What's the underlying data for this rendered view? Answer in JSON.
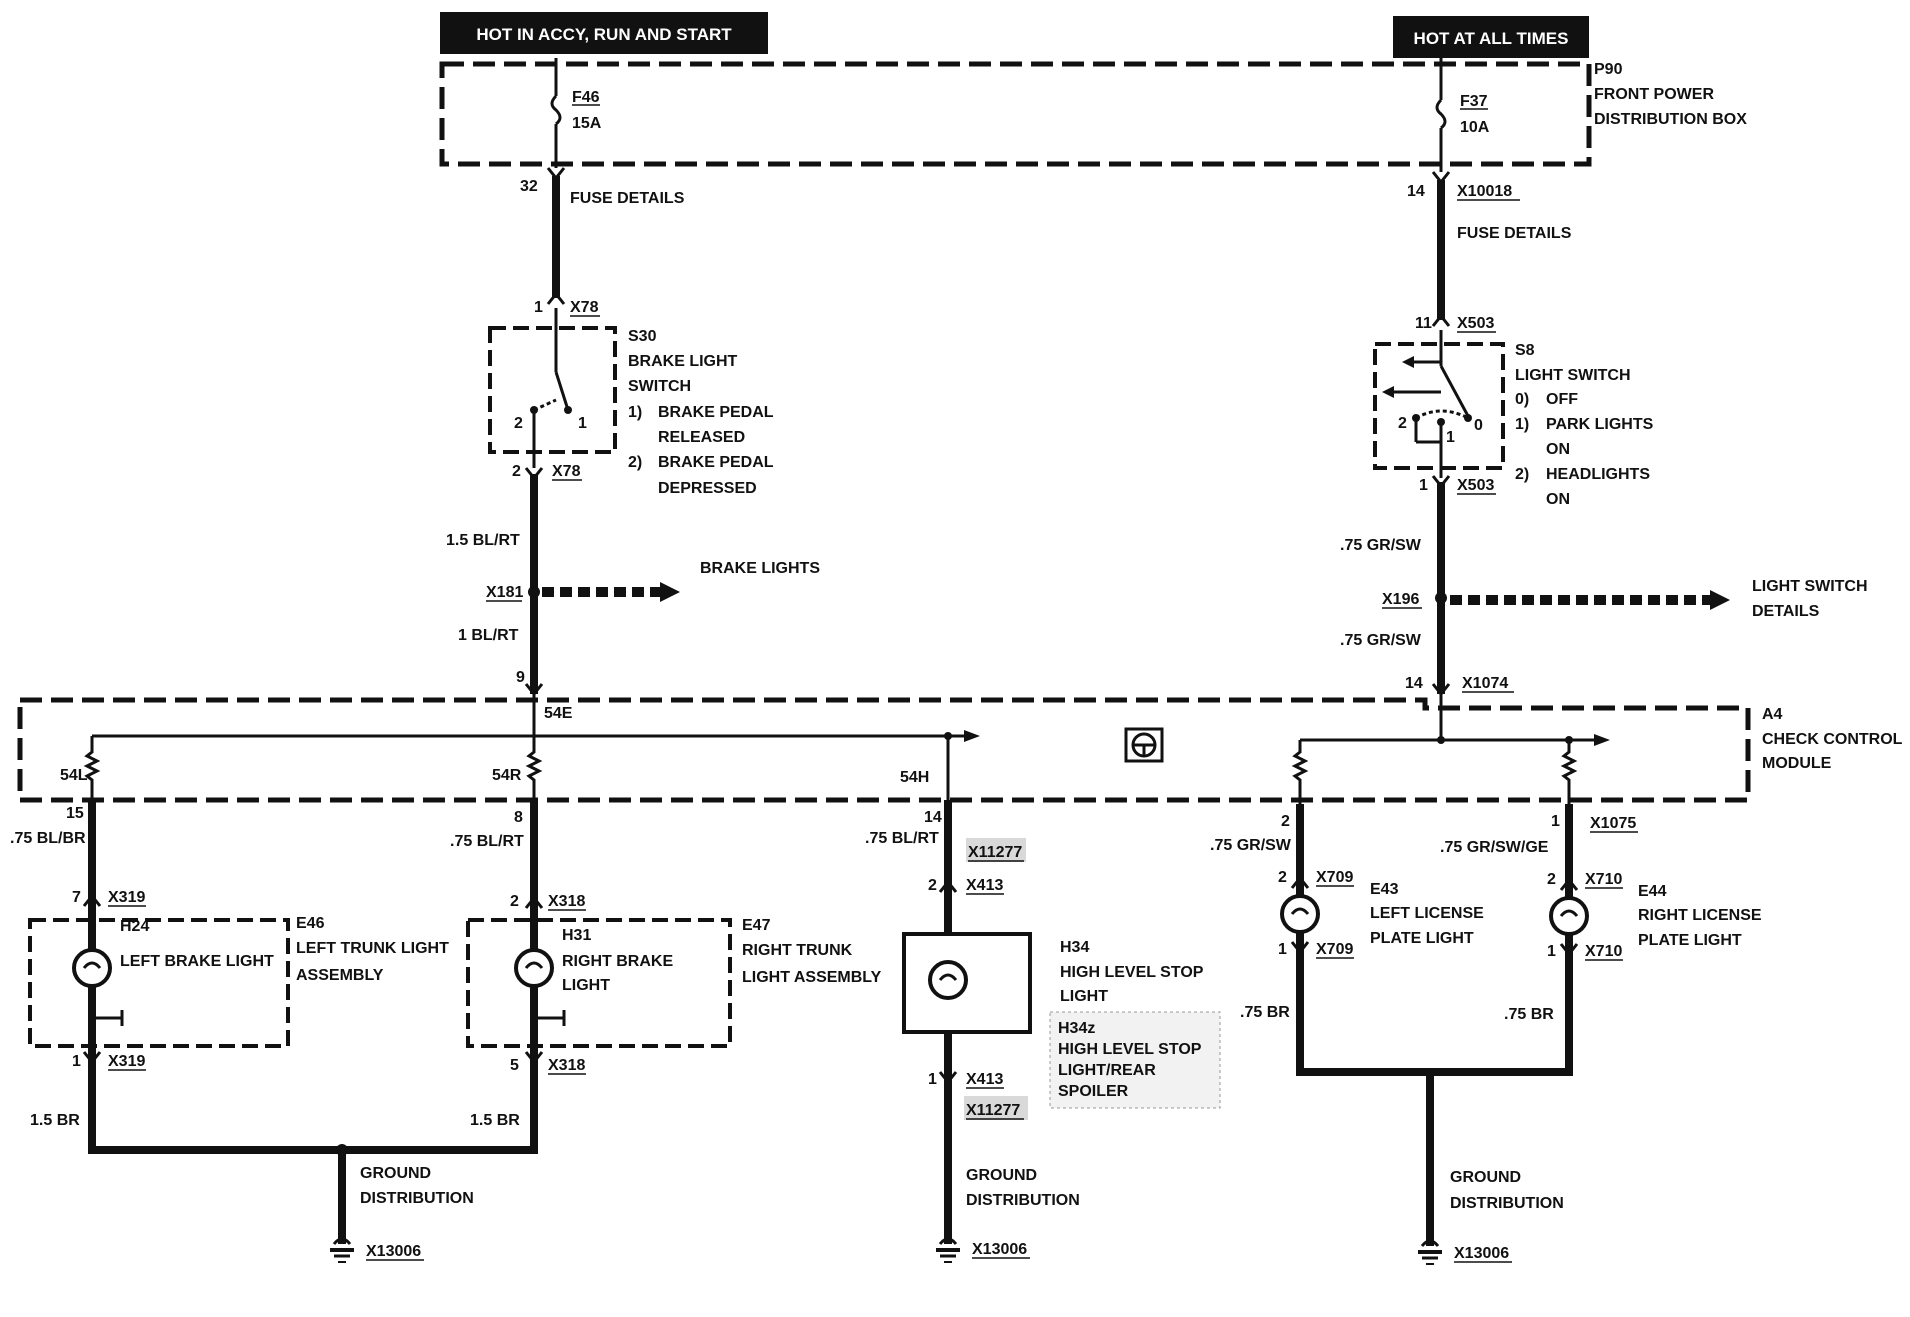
{
  "headers": {
    "left": "HOT IN ACCY, RUN AND  START",
    "right": "HOT AT ALL TIMES"
  },
  "p90": {
    "id": "P90",
    "name1": "FRONT POWER",
    "name2": "DISTRIBUTION BOX"
  },
  "fuses": {
    "f46": {
      "id": "F46",
      "rating": "15A",
      "pin": "32",
      "details": "FUSE DETAILS"
    },
    "f37": {
      "id": "F37",
      "rating": "10A",
      "pin": "14",
      "connector": "X10018",
      "details": "FUSE DETAILS"
    }
  },
  "s30": {
    "id": "S30",
    "name1": "BRAKE LIGHT",
    "name2": "SWITCH",
    "pin_in": "1",
    "conn_in": "X78",
    "pin_out": "2",
    "conn_out": "X78",
    "contact2": "2",
    "contact1": "1",
    "pos1_num": "1)",
    "pos1a": "BRAKE PEDAL",
    "pos1b": "RELEASED",
    "pos2_num": "2)",
    "pos2a": "BRAKE PEDAL",
    "pos2b": "DEPRESSED"
  },
  "s8": {
    "id": "S8",
    "name": "LIGHT SWITCH",
    "pin_in": "11",
    "conn_in": "X503",
    "pin_out": "1",
    "conn_out": "X503",
    "c2": "2",
    "c1": "1",
    "c0": "0",
    "p0_num": "0)",
    "p0": "OFF",
    "p1_num": "1)",
    "p1a": "PARK LIGHTS",
    "p1b": "ON",
    "p2_num": "2)",
    "p2a": "HEADLIGHTS",
    "p2b": "ON"
  },
  "wires": {
    "w1": "1.5 BL/RT",
    "w2": "1 BL/RT",
    "w3": ".75 GR/SW",
    "w4": ".75 GR/SW",
    "w5": ".75 BL/BR",
    "w6": ".75 BL/RT",
    "w7": ".75 BL/RT",
    "w8": ".75 GR/SW",
    "w9": ".75 GR/SW/GE",
    "w10": "1.5 BR",
    "w11": "1.5 BR",
    "w12": ".75 BR",
    "w13": ".75 BR"
  },
  "splices": {
    "x181": "X181",
    "brake_lights": "BRAKE LIGHTS",
    "x196": "X196",
    "ls1": "LIGHT SWITCH",
    "ls2": "DETAILS"
  },
  "a4": {
    "id": "A4",
    "name1": "CHECK CONTROL",
    "name2": "MODULE",
    "pin9": "9",
    "label54e": "54E",
    "pin14top": "14",
    "x1074": "X1074",
    "l54l": "54L",
    "l54r": "54R",
    "l54h": "54H",
    "pin15": "15",
    "pin8": "8",
    "pin14": "14",
    "pin2": "2",
    "pin1": "1",
    "x1075": "X1075"
  },
  "e46": {
    "id": "E46",
    "name1": "LEFT TRUNK LIGHT",
    "name2": "ASSEMBLY",
    "h24": "H24",
    "h24name": "LEFT BRAKE LIGHT",
    "pin_in": "7",
    "conn_in": "X319",
    "pin_out": "1",
    "conn_out": "X319"
  },
  "e47": {
    "id": "E47",
    "name1": "RIGHT TRUNK",
    "name2": "LIGHT ASSEMBLY",
    "h31": "H31",
    "h31a": "RIGHT BRAKE",
    "h31b": "LIGHT",
    "pin_in": "2",
    "conn_in": "X318",
    "pin_out": "5",
    "conn_out": "X318"
  },
  "h34": {
    "id": "H34",
    "name1": "HIGH LEVEL STOP",
    "name2": "LIGHT",
    "x11277a": "X11277",
    "pin_in": "2",
    "conn_in": "X413",
    "pin_out": "1",
    "conn_out": "X413",
    "x11277b": "X11277",
    "alt_id": "H34z",
    "alt1": "HIGH LEVEL STOP",
    "alt2": "LIGHT/REAR",
    "alt3": "SPOILER"
  },
  "e43": {
    "id": "E43",
    "name1": "LEFT LICENSE",
    "name2": "PLATE LIGHT",
    "pin_in": "2",
    "conn_in": "X709",
    "pin_out": "1",
    "conn_out": "X709"
  },
  "e44": {
    "id": "E44",
    "name1": "RIGHT LICENSE",
    "name2": "PLATE LIGHT",
    "pin_in": "2",
    "conn_in": "X710",
    "pin_out": "1",
    "conn_out": "X710"
  },
  "grounds": {
    "g1a": "GROUND",
    "g1b": "DISTRIBUTION",
    "g1x": "X13006",
    "g2a": "GROUND",
    "g2b": "DISTRIBUTION",
    "g2x": "X13006",
    "g3a": "GROUND",
    "g3b": "DISTRIBUTION",
    "g3x": "X13006"
  }
}
